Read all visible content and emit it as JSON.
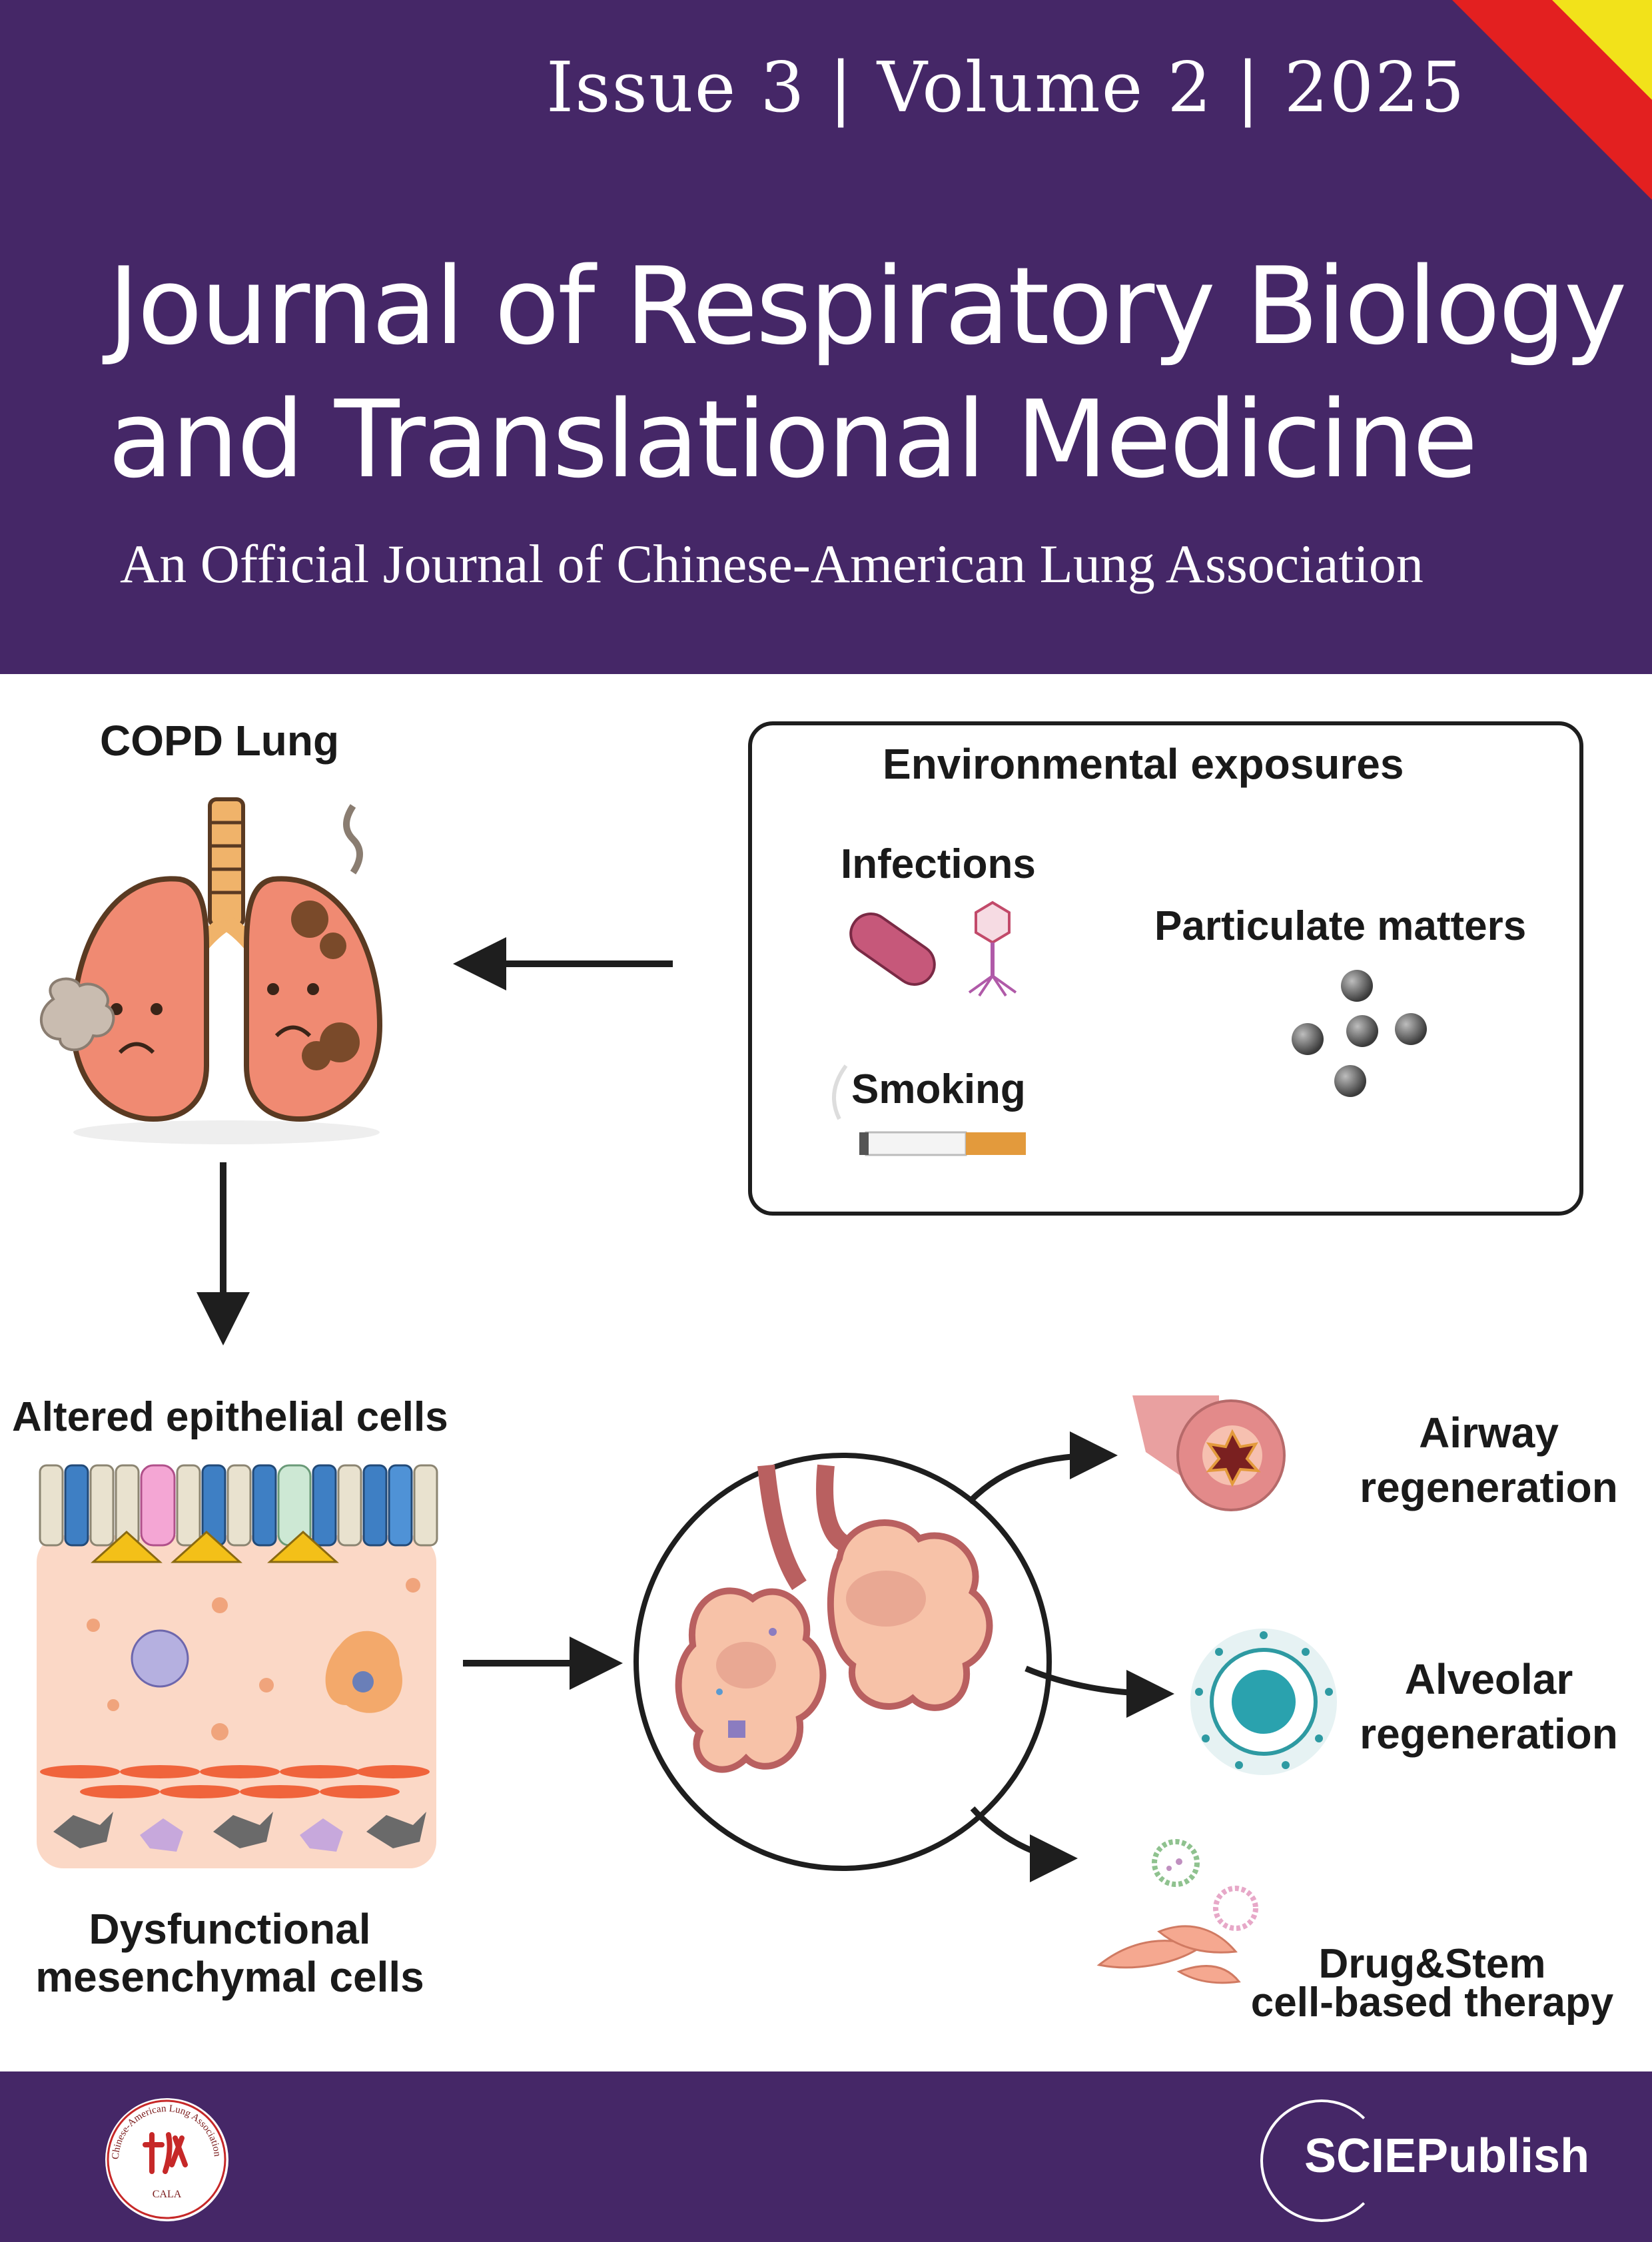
{
  "header": {
    "issue_line": "Issue 3 | Volume 2 | 2025",
    "title_line1": "Journal of Respiratory Biology",
    "title_line2": "and Translational Medicine",
    "subtitle": "An Official Journal of Chinese-American Lung Association"
  },
  "figure": {
    "copd_lung": "COPD Lung",
    "env_title": "Environmental exposures",
    "infections": "Infections",
    "particulate": "Particulate matters",
    "smoking": "Smoking",
    "altered_epithelial": "Altered epithelial cells",
    "dysfunctional_line1": "Dysfunctional",
    "dysfunctional_line2": "mesenchymal cells",
    "airway_line1": "Airway",
    "airway_line2": "regeneration",
    "alveolar_line1": "Alveolar",
    "alveolar_line2": "regeneration",
    "drug_line1": "Drug&Stem",
    "drug_line2": "cell-based therapy"
  },
  "footer": {
    "cala_ring_text": "Chinese-American Lung Association",
    "cala_abbr": "CALA",
    "publisher_logo": "SCIEPublish"
  },
  "colors": {
    "brand_purple": "#452767",
    "corner_yellow": "#f2e21a",
    "corner_red": "#e32020"
  }
}
